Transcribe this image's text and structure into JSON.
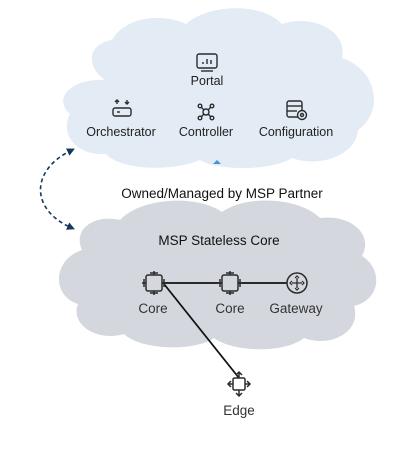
{
  "mgmt_cloud": {
    "portal_label": "Portal",
    "orchestrator_label": "Orchestrator",
    "controller_label": "Controller",
    "configuration_label": "Configuration"
  },
  "owned_label": "Owned/Managed by MSP Partner",
  "core_cloud": {
    "title": "MSP Stateless Core",
    "core1_label": "Core",
    "core2_label": "Core",
    "gateway_label": "Gateway"
  },
  "edge_label": "Edge",
  "colors": {
    "mgmt_cloud_fill": "#e3ebf4",
    "core_cloud_fill": "#d4d8de",
    "icon_stroke": "#2b2b2b",
    "arrow_color": "#17375e"
  }
}
